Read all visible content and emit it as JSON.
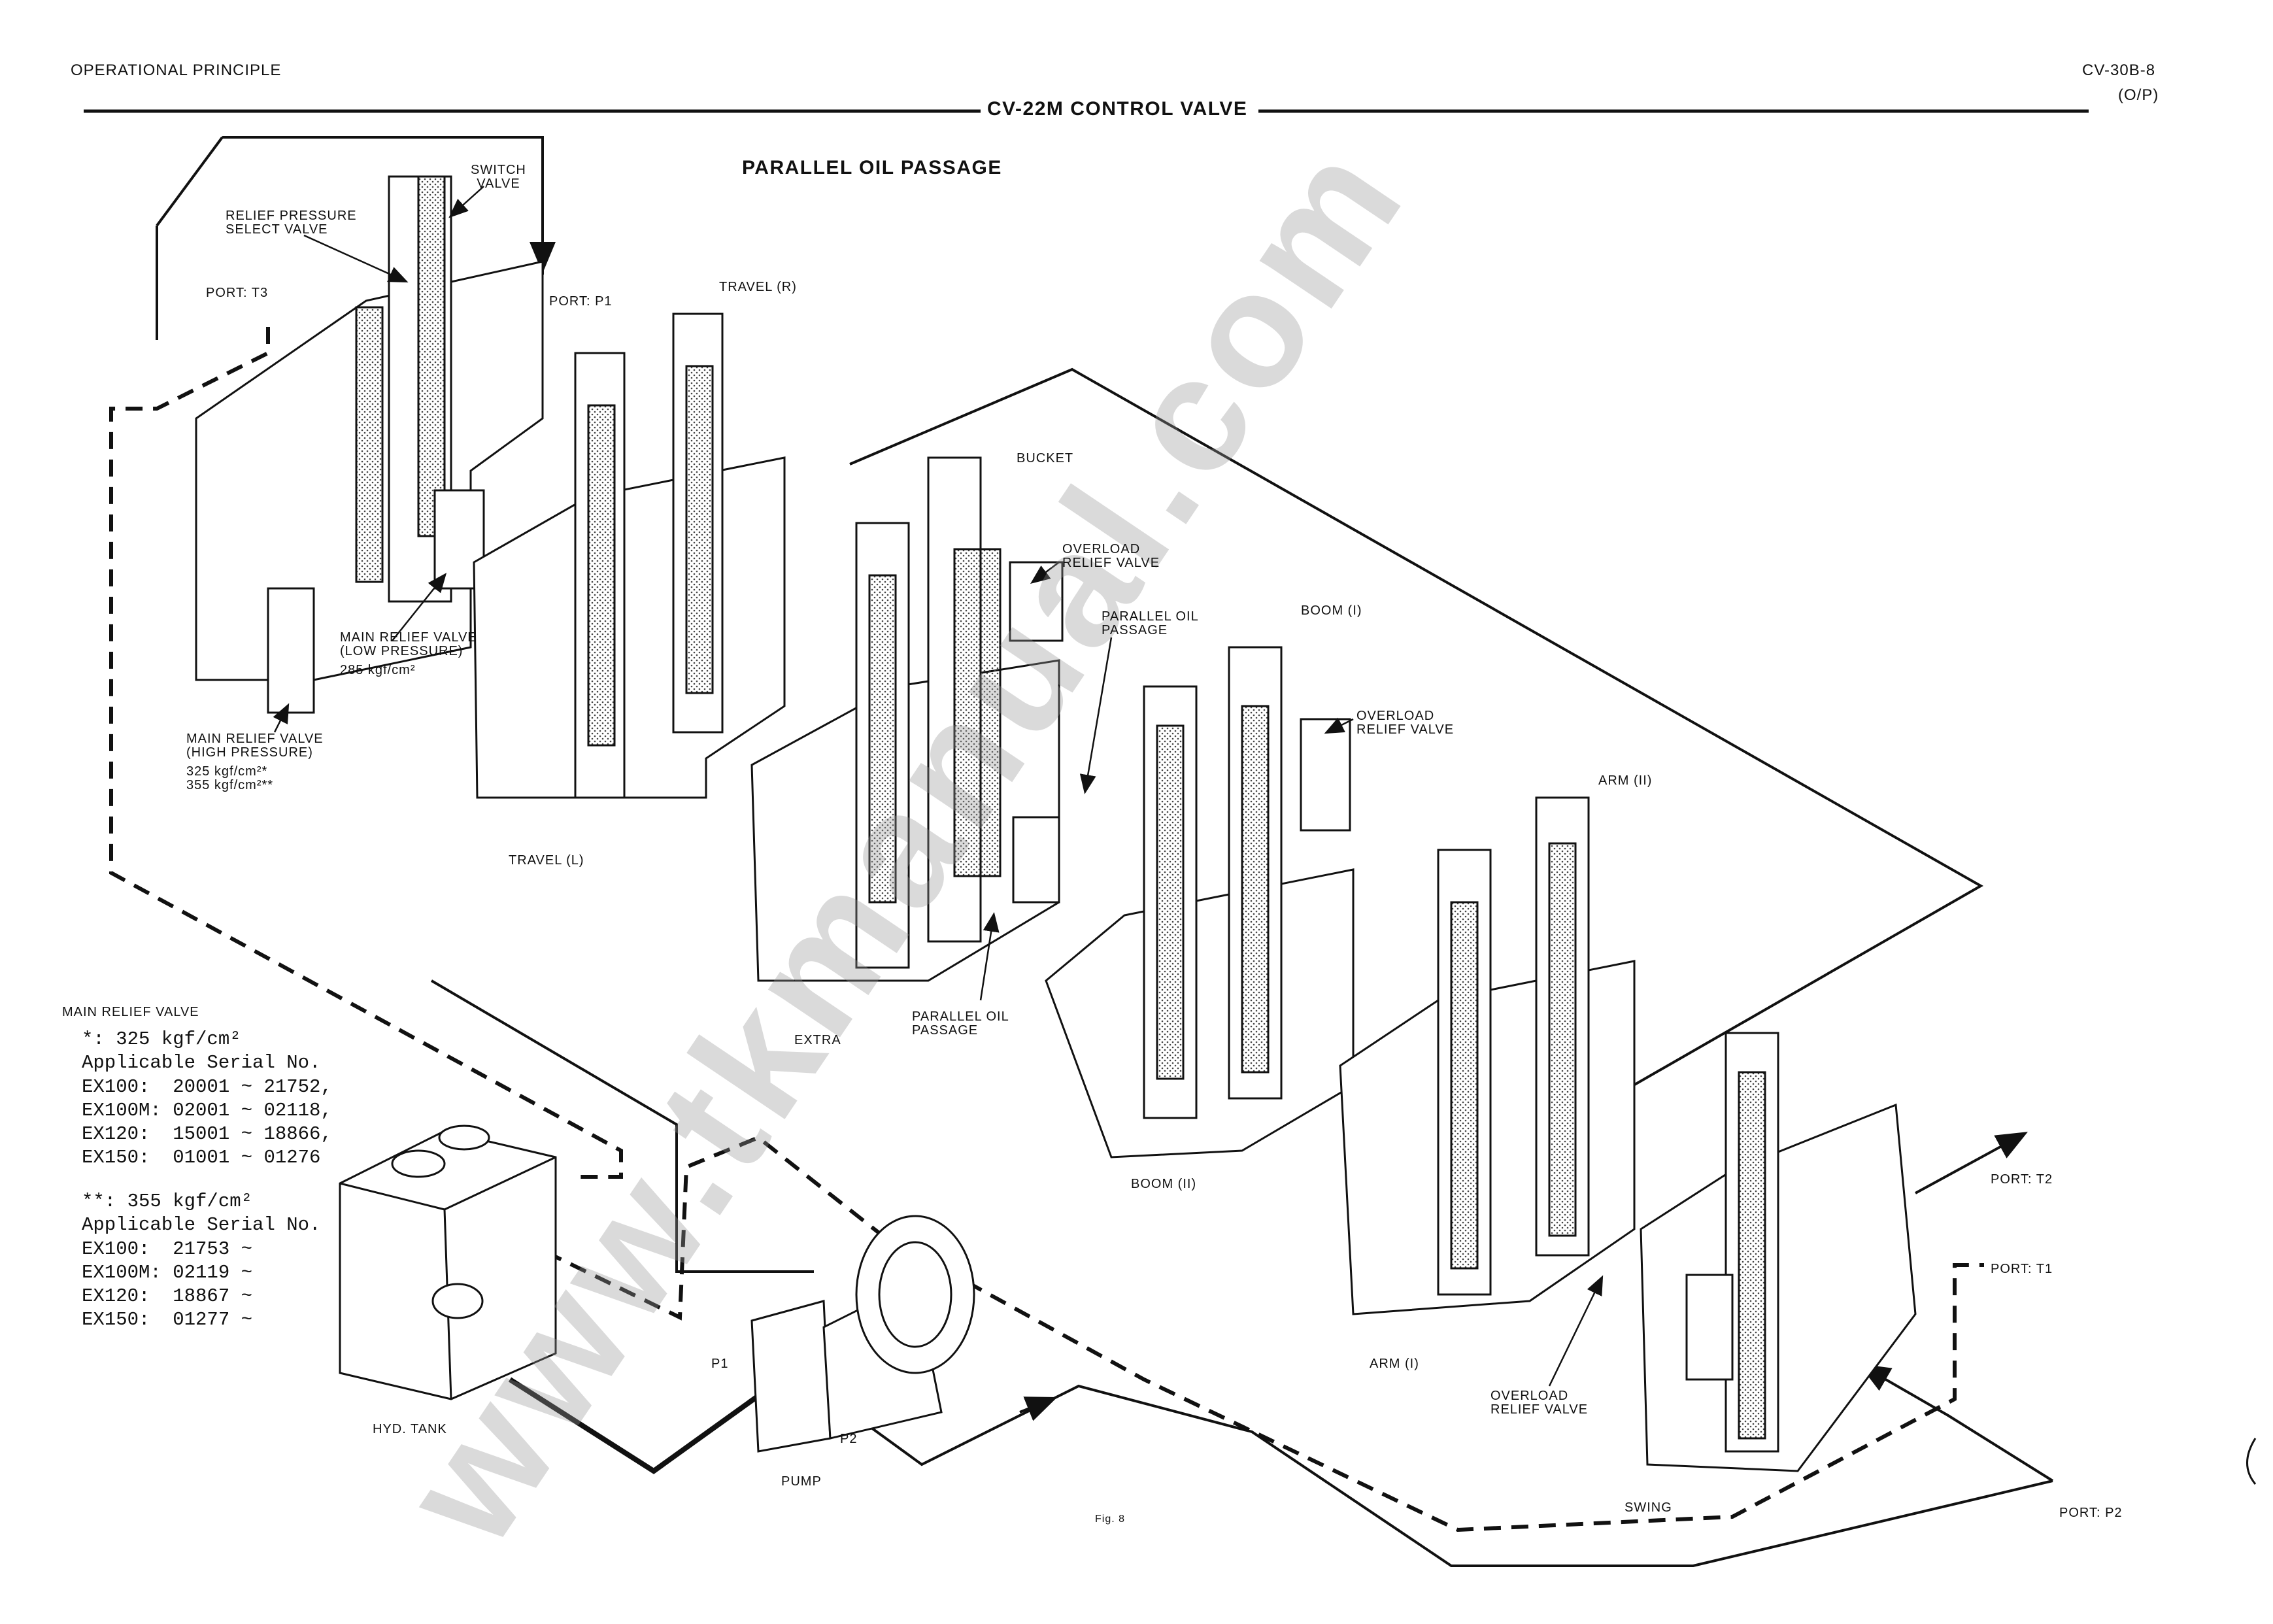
{
  "header": {
    "section": "OPERATIONAL PRINCIPLE",
    "page_code": "CV-30B-8",
    "page_sub": "(O/P)",
    "title": "CV-22M CONTROL VALVE"
  },
  "diagram_title": "PARALLEL OIL PASSAGE",
  "labels": {
    "switch_valve": [
      "SWITCH",
      "VALVE"
    ],
    "relief_select": [
      "RELIEF PRESSURE",
      "SELECT VALVE"
    ],
    "port_t3": "PORT: T3",
    "port_p1": "PORT: P1",
    "travel_r": "TRAVEL (R)",
    "bucket": "BUCKET",
    "overload_1": [
      "OVERLOAD",
      "RELIEF VALVE"
    ],
    "parallel_1": [
      "PARALLEL OIL",
      "PASSAGE"
    ],
    "boom_1": "BOOM (I)",
    "overload_2": [
      "OVERLOAD",
      "RELIEF VALVE"
    ],
    "main_relief_low": [
      "MAIN RELIEF VALVE",
      "(LOW PRESSURE)",
      "285 kgf/cm²"
    ],
    "main_relief_high": [
      "MAIN RELIEF VALVE",
      "(HIGH PRESSURE)",
      "325 kgf/cm²*",
      "355 kgf/cm²**"
    ],
    "travel_l": "TRAVEL (L)",
    "arm_2": "ARM (II)",
    "extra": "EXTRA",
    "parallel_2": [
      "PARALLEL OIL",
      "PASSAGE"
    ],
    "boom_2": "BOOM (II)",
    "port_t2": "PORT: T2",
    "port_t1": "PORT: T1",
    "arm_1": "ARM (I)",
    "overload_3": [
      "OVERLOAD",
      "RELIEF VALVE"
    ],
    "hyd_tank": "HYD. TANK",
    "p1": "P1",
    "p2": "P2",
    "pump": "PUMP",
    "fig": "Fig. 8",
    "swing": "SWING",
    "port_p2": "PORT: P2"
  },
  "note": {
    "heading": "MAIN RELIEF VALVE",
    "block1": "*: 325 kgf/cm²\nApplicable Serial No.\nEX100:  20001 ~ 21752,\nEX100M: 02001 ~ 02118,\nEX120:  15001 ~ 18866,\nEX150:  01001 ~ 01276",
    "block2": "**: 355 kgf/cm²\nApplicable Serial No.\nEX100:  21753 ~\nEX100M: 02119 ~\nEX120:  18867 ~\nEX150:  01277 ~"
  },
  "watermark": "www.tkmanual.com"
}
